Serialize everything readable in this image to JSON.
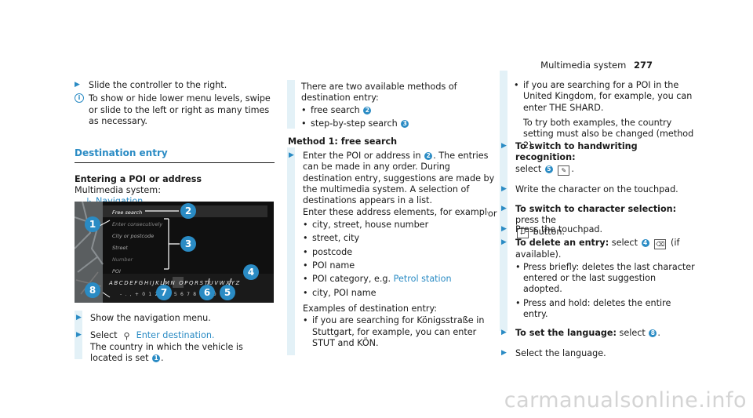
{
  "header": {
    "section": "Multimedia system",
    "page_number": "277"
  },
  "col1": {
    "step_slide": "Slide the controller to the right.",
    "note_show_hide": "To show or hide lower menu levels, swipe or slide to the left or right as many times as necessary.",
    "section_title": "Destination entry",
    "subsection_title": "Entering a POI or address",
    "path_label": "Multimedia system:",
    "path_item": "Navigation",
    "step_show_menu": "Show the navigation menu.",
    "step_select_prefix": "Select",
    "step_select_link": "Enter destination.",
    "step_select_body": "The country in which the vehicle is located is set",
    "badge_1": "1"
  },
  "screen": {
    "menu": [
      "Free search",
      "Enter consecutively",
      "City or postcode",
      "Street",
      "Number",
      "POI"
    ],
    "alpha_row": "ABCDEFGHIJKLMN OPQRSTUVWXYZ",
    "digit_row": "- . , + 0 1 2 3 4 5 6 7 8 9 Ä Ö Ü",
    "callouts": [
      "1",
      "2",
      "3",
      "4",
      "5",
      "6",
      "7",
      "8"
    ]
  },
  "col2": {
    "intro": "There are two available methods of destination entry:",
    "methods": [
      "free search",
      "step-by-step search"
    ],
    "method_badges": [
      "2",
      "3"
    ],
    "method_heading": "Method 1: free search",
    "step_enter_prefix": "Enter the POI or address in",
    "step_enter_badge": "2",
    "step_enter_body": ". The entries can be made in any order. During destination entry, suggestions are made by the multimedia system. A selection of destinations appears in a list.",
    "step_enter_elements": "Enter these address elements, for example:",
    "elements": [
      "city, street, house number",
      "street, city",
      "postcode",
      "POI name",
      "POI category, e.g.",
      "city, POI name"
    ],
    "element_link": "Petrol station",
    "examples_heading": "Examples of destination entry:",
    "example_1": "if you are searching for Königsstraße in Stuttgart, for example, you can enter STUT and KÖN."
  },
  "col3": {
    "example_2": "if you are searching for a POI in the United Kingdom, for example, you can enter THE SHARD.",
    "example_2_note": "To try both examples, the country setting must also be changed (method 2).",
    "step_handwriting_title": "To switch to handwriting recognition:",
    "step_handwriting_body": "select",
    "handwriting_badge": "5",
    "handwriting_icon": "✎",
    "step_write": "Write the character on the touchpad.",
    "step_charsel_title": "To switch to character selection:",
    "step_charsel_body": "press the",
    "back_icon": "↩",
    "step_charsel_suffix": "button.",
    "or_label": "or",
    "step_press_touchpad": "Press the touchpad.",
    "step_delete_title": "To delete an entry:",
    "step_delete_body": "select",
    "delete_badge": "4",
    "delete_icon": "⌫",
    "step_delete_suffix": "(if available).",
    "delete_options": [
      "Press briefly: deletes the last character entered or the last suggestion adopted.",
      "Press and hold: deletes the entire entry."
    ],
    "step_language_title": "To set the language:",
    "step_language_body": "select",
    "language_badge": "8",
    "step_select_language": "Select the language."
  },
  "footer": {
    "watermark": "carmanualsonline.info"
  }
}
